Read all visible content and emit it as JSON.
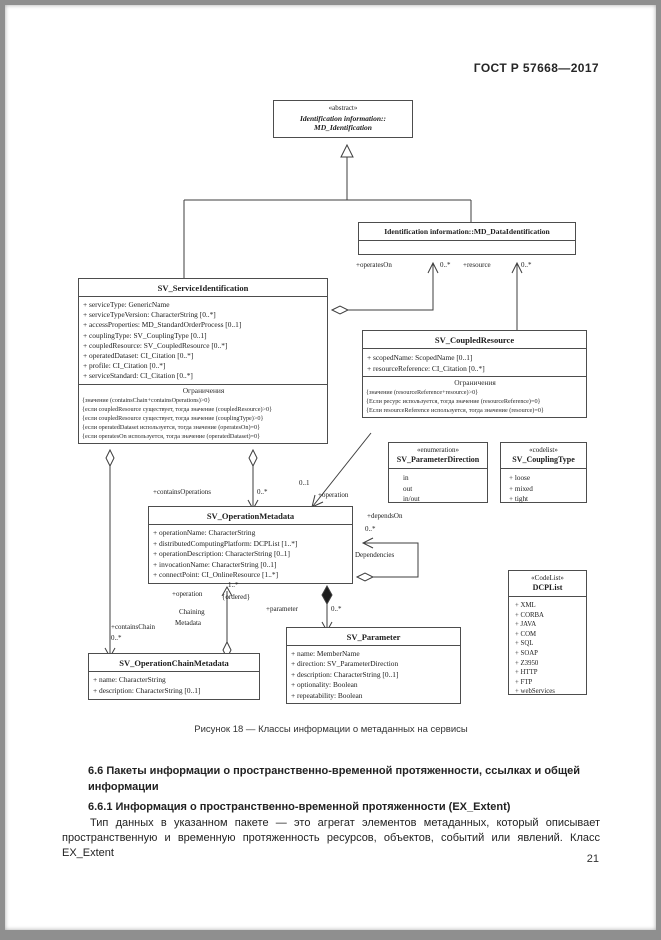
{
  "header": {
    "doc_number": "ГОСТ Р 57668—2017"
  },
  "diagram": {
    "abstract_box": {
      "stereotype": "«abstract»",
      "name_line1": "Identification information::",
      "name_line2": "MD_Identification"
    },
    "md_data_identification": {
      "title": "Identification information::MD_DataIdentification"
    },
    "sv_service_identification": {
      "title": "SV_ServiceIdentification",
      "attributes": [
        "+ serviceType: GenericName",
        "+ serviceTypeVersion: CharacterString [0..*]",
        "+ accessProperties: MD_StandardOrderProcess [0..1]",
        "+ couplingType: SV_CouplingType [0..1]",
        "+ coupledResource: SV_CoupledResource [0..*]",
        "+ operatedDataset: CI_Citation [0..*]",
        "+ profile: CI_Citation [0..*]",
        "+ serviceStandard: CI_Citation [0..*]"
      ],
      "constraints_title": "Ограничения",
      "constraints": [
        "{значение (containsChain+containsOperations)>0}",
        "{если coupledResource существует, тогда значение (coupledResource)>0}",
        "{если coupledResource существует, тогда значение (couplingType)>0}",
        "{если operatedDataset используется, тогда значение (operatesOn)=0}",
        "{если operatesOn используется, тогда значение (operatedDataset)=0}"
      ]
    },
    "sv_coupled_resource": {
      "title": "SV_CoupledResource",
      "attributes": [
        "+ scopedName: ScopedName [0..1]",
        "+ resourceReference: CI_Citation [0..*]"
      ],
      "constraints_title": "Ограничения",
      "constraints": [
        "{значение (resourceReference+resource)>0}",
        "{Если ресурс используется, тогда значение (resourceReference)=0}",
        "{Если resourceReference используется, тогда значение (resource)=0}"
      ]
    },
    "sv_parameter_direction": {
      "stereotype": "«enumeration»",
      "title": "SV_ParameterDirection",
      "values": [
        "in",
        "out",
        "in/out"
      ]
    },
    "sv_coupling_type": {
      "stereotype": "«codelist»",
      "title": "SV_CouplingType",
      "values": [
        "+ loose",
        "+ mixed",
        "+ tight"
      ]
    },
    "sv_operation_metadata": {
      "title": "SV_OperationMetadata",
      "attributes": [
        "+ operationName: CharacterString",
        "+ distributedComputingPlatform: DCPList [1..*]",
        "+ operationDescription: CharacterString [0..1]",
        "+ invocationName: CharacterString [0..1]",
        "+ connectPoint: CI_OnlineResource [1..*]"
      ]
    },
    "dcp_list": {
      "stereotype": "«CodeList»",
      "title": "DCPList",
      "values": [
        "+ XML",
        "+ CORBA",
        "+ JAVA",
        "+ COM",
        "+ SQL",
        "+ SOAP",
        "+ Z3950",
        "+ HTTP",
        "+ FTP",
        "+ webServices"
      ]
    },
    "sv_parameter": {
      "title": "SV_Parameter",
      "attributes": [
        "+ name: MemberName",
        "+ direction: SV_ParameterDirection",
        "+ description: CharacterString [0..1]",
        "+ optionality: Boolean",
        "+ repeatability: Boolean"
      ]
    },
    "sv_operation_chain_metadata": {
      "title": "SV_OperationChainMetadata",
      "attributes": [
        "+ name: CharacterString",
        "+ description: CharacterString [0..1]"
      ]
    },
    "labels": {
      "operates_on": "+operatesOn",
      "operates_on_mult": "0..*",
      "resource": "+resource",
      "resource_mult": "0..*",
      "contains_operations": "+containsOperations",
      "contains_operations_mult": "0..*",
      "operation_mult": "0..1",
      "operation": "+operation",
      "depends_on": "+dependsOn",
      "depends_on_mult": "0..*",
      "dependencies": "Dependencies",
      "chain_mult": "1..*",
      "chain_ordered": "{ordered}",
      "chain_operation": "+operation",
      "chaining_line1": "Chaining",
      "chaining_line2": "Metadata",
      "parameter": "+parameter",
      "parameter_mult": "0..*",
      "contains_chain": "+containsChain",
      "contains_chain_mult": "0..*"
    }
  },
  "caption": "Рисунок 18 — Классы информации о метаданных на сервисы",
  "content": {
    "heading_66": "6.6 Пакеты информации о пространственно-временной протяженности, ссылках и общей информации",
    "heading_661": "6.6.1 Информация о пространственно-временной протяженности (EX_Extent)",
    "paragraph": "Тип данных в указанном пакете — это агрегат элементов метаданных, который описывает пространственную и временную протяженность ресурсов, объектов, событий или явлений. Класс EX_Extent",
    "page_number": "21"
  },
  "colors": {
    "ink": "#202020",
    "box_border": "#4d4d4d",
    "page": "#ffffff",
    "frame": "#8f8f8f"
  }
}
